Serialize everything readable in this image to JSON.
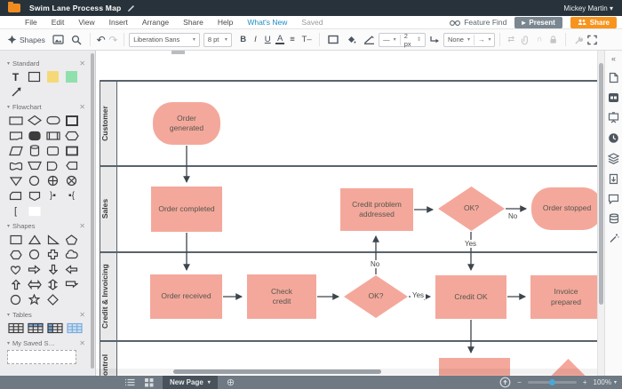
{
  "titlebar": {
    "title": "Swim Lane Process Map",
    "user": "Mickey Martin"
  },
  "menubar": {
    "items": [
      "File",
      "Edit",
      "View",
      "Insert",
      "Arrange",
      "Share",
      "Help"
    ],
    "whats_new": "What's New",
    "saved": "Saved",
    "feature_find": "Feature Find",
    "present": "Present",
    "share": "Share"
  },
  "toolbar": {
    "shapes_label": "Shapes",
    "font_family": "Liberation Sans",
    "font_size": "8 pt",
    "line_width": "2 px",
    "line_style_value": "None"
  },
  "icons": {
    "caret": "▾",
    "play": "▸",
    "undo": "↶",
    "redo": "↷",
    "bold": "B",
    "italic": "I",
    "underline": "U",
    "font_color": "A",
    "align": "≡",
    "text_options": "T–",
    "dash": "—",
    "arrow": "→",
    "compare": "⇄",
    "magnet": "∩",
    "collapse": "«",
    "minus": "−",
    "plus": "+",
    "add_page": "⊕",
    "pencil": "✎"
  },
  "sidebar": {
    "sections": [
      {
        "title": "Standard",
        "shapes": [
          "text",
          "rectangle",
          "note",
          "block",
          "arrow"
        ]
      },
      {
        "title": "Flowchart"
      },
      {
        "title": "Shapes"
      },
      {
        "title": "Tables"
      },
      {
        "title": "My Saved S…"
      }
    ],
    "text_thumb": "T"
  },
  "diagram": {
    "lanes": [
      {
        "label": "Customer"
      },
      {
        "label": "Sales"
      },
      {
        "label": "Credit & Invoicing"
      },
      {
        "label": "Control"
      }
    ],
    "nodes": {
      "order_generated": "Order generated",
      "order_completed": "Order completed",
      "credit_problem": "Credit problem addressed",
      "ok1": "OK?",
      "order_stopped": "Order stopped",
      "order_received": "Order received",
      "check_credit": "Check credit",
      "ok2": "OK?",
      "credit_ok": "Credit OK",
      "invoice_prepared": "Invoice prepared"
    },
    "edge_labels": {
      "no1": "No",
      "yes1": "Yes",
      "no2": "No",
      "yes2": "Yes"
    }
  },
  "bottombar": {
    "new_page": "New Page",
    "zoom": "100%"
  },
  "colors": {
    "shape_fill": "#f4a89b",
    "lane_line": "#59636c",
    "accent_orange": "#f7941e",
    "titlebar": "#28323a",
    "slider_thumb": "#49a8d8",
    "whats_new_blue": "#1e8bc3"
  }
}
